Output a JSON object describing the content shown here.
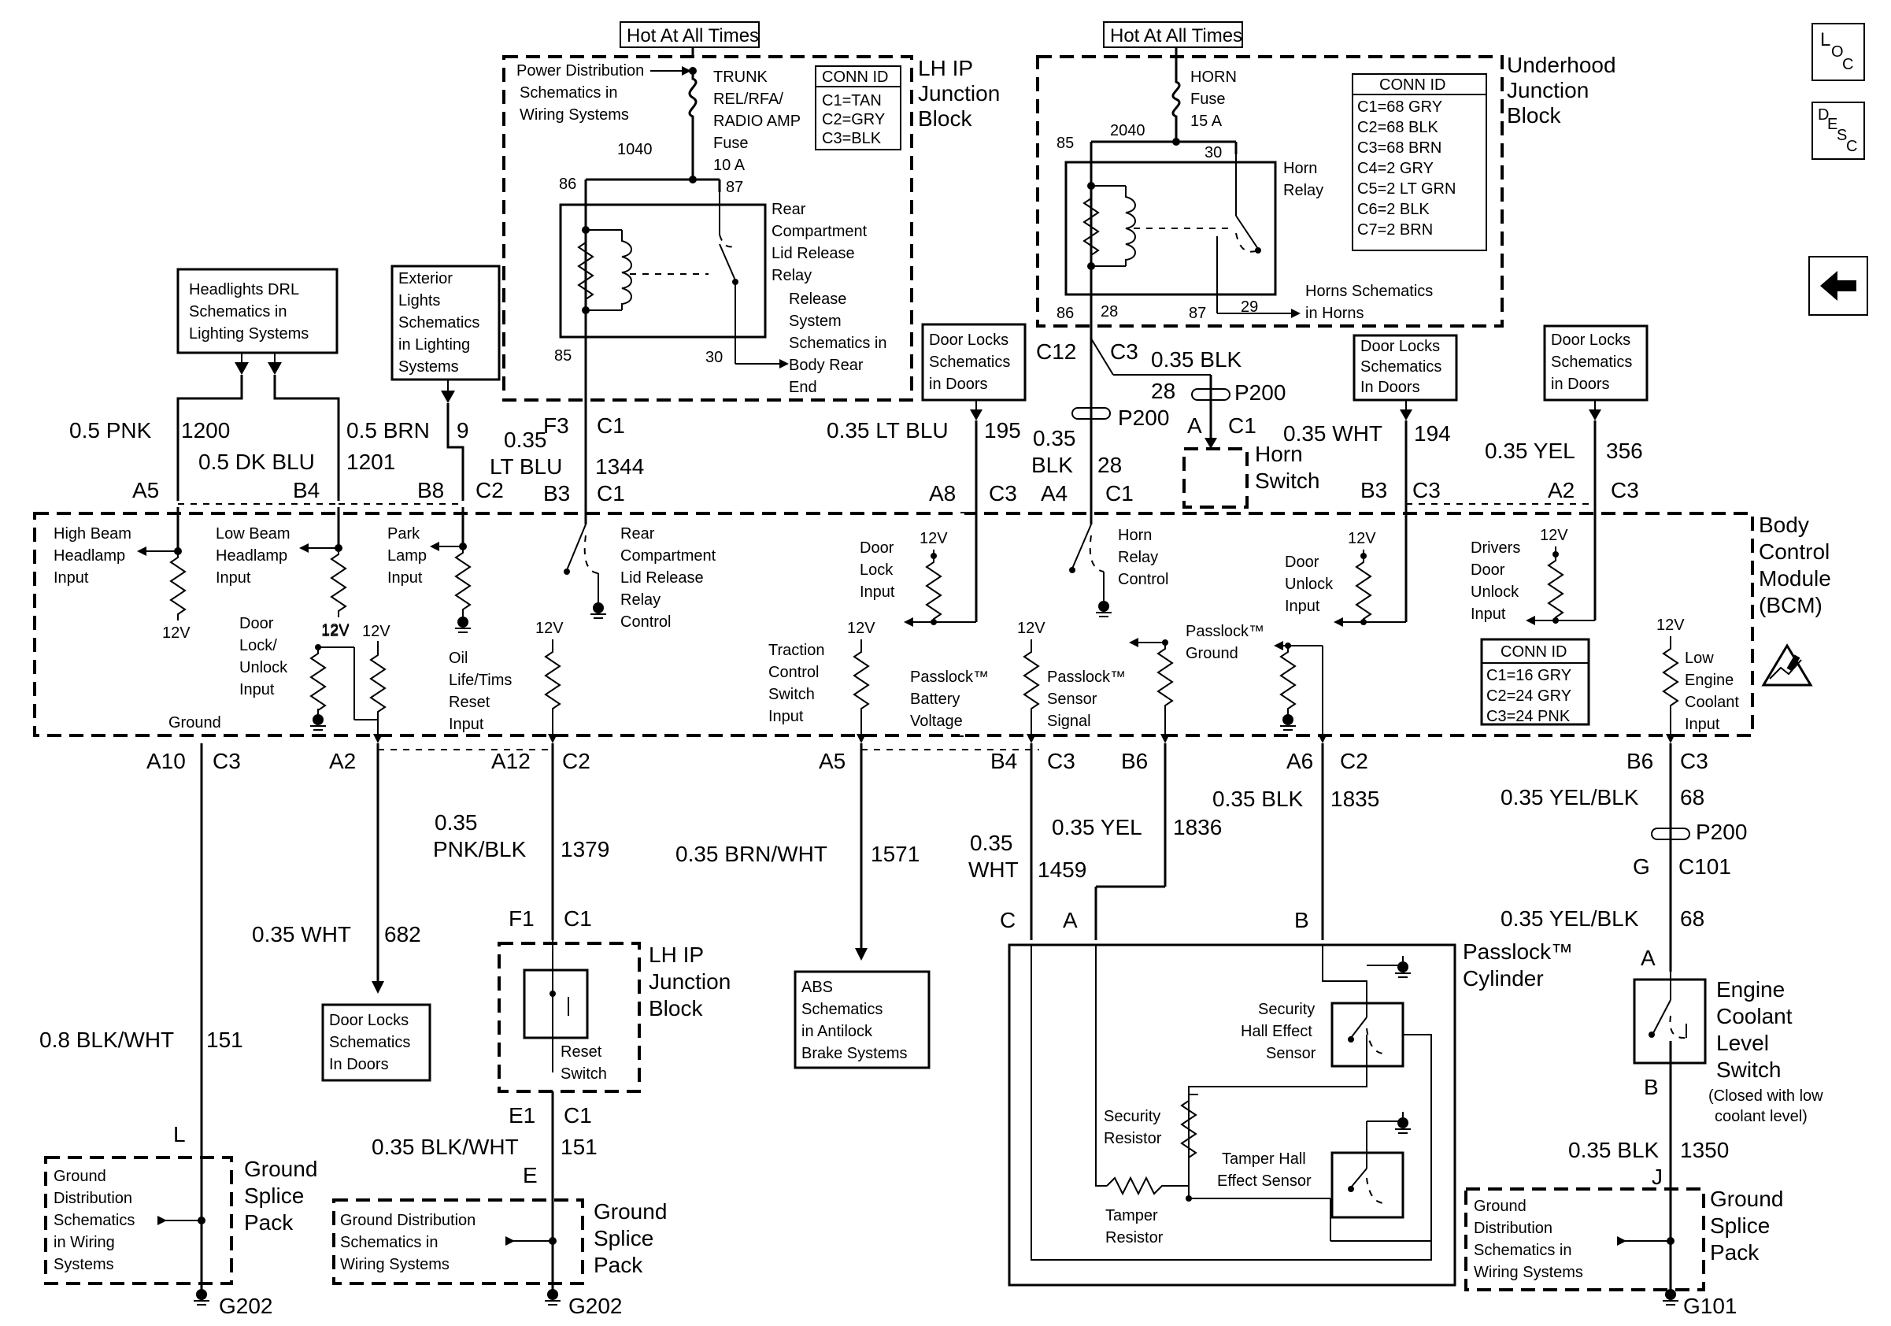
{
  "hot_labels": [
    "Hot At All Times",
    "Hot At All Times"
  ],
  "lh_ip": {
    "pd_ref": [
      "Power Distribution",
      "Schematics in",
      "Wiring Systems"
    ],
    "fuse": [
      "TRUNK",
      "REL/RFA/",
      "RADIO AMP",
      "Fuse",
      "10 A"
    ],
    "fuse_wire": "1040",
    "conn_title": "CONN ID",
    "conn": [
      "C1=TAN",
      "C2=GRY",
      "C3=BLK"
    ],
    "block": [
      "LH IP",
      "Junction",
      "Block"
    ],
    "relay": [
      "Rear",
      "Compartment",
      "Lid Release",
      "Relay"
    ],
    "release_ref": [
      "Release",
      "System",
      "Schematics in",
      "Body Rear",
      "End"
    ],
    "pins": {
      "p86": "86",
      "p87": "87",
      "p85": "85",
      "p30": "30"
    }
  },
  "underhood": {
    "fuse": [
      "HORN",
      "Fuse",
      "15 A"
    ],
    "fuse_wire": "2040",
    "conn_title": "CONN ID",
    "conn": [
      "C1=68 GRY",
      "C2=68 BLK",
      "C3=68 BRN",
      "C4=2 GRY",
      "C5=2 LT GRN",
      "C6=2 BLK",
      "C7=2 BRN"
    ],
    "block": [
      "Underhood",
      "Junction",
      "Block"
    ],
    "relay": [
      "Horn",
      "Relay"
    ],
    "horns_ref": [
      "Horns Schematics",
      "in Horns"
    ],
    "pins": {
      "p85": "85",
      "p30": "30",
      "p86": "86",
      "p28": "28",
      "p87": "87",
      "p29": "29"
    }
  },
  "refs": {
    "headlights": [
      "Headlights DRL",
      "Schematics in",
      "Lighting Systems"
    ],
    "exterior": [
      "Exterior",
      "Lights",
      "Schematics",
      "in Lighting",
      "Systems"
    ],
    "door_locks": [
      "Door Locks",
      "Schematics",
      "in Doors"
    ],
    "abs": [
      "ABS",
      "Schematics",
      "in Antilock",
      "Brake Systems"
    ],
    "ground_dist": [
      "Ground",
      "Distribution",
      "Schematics",
      "in Wiring",
      "Systems"
    ],
    "ground_dist2": [
      "Ground Distribution",
      "Schematics in",
      "Wiring Systems"
    ],
    "ground_dist3": [
      "Ground",
      "Distribution",
      "Schematics in",
      "Wiring Systems"
    ]
  },
  "wires": {
    "w1200": "0.5 PNK",
    "n1200": "1200",
    "w1201": "0.5 DK BLU",
    "n1201": "1201",
    "w9": "0.5 BRN",
    "n9": "9",
    "w1344a": "0.35",
    "w1344b": "LT BLU",
    "n1344": "1344",
    "w195": "0.35 LT BLU",
    "n195": "195",
    "w28a": "0.35",
    "w28b": "BLK",
    "n28": "28",
    "w28top": "0.35 BLK",
    "n28top": "28",
    "w194": "0.35 WHT",
    "n194": "194",
    "w356": "0.35 YEL",
    "n356": "356",
    "w151": "0.8 BLK/WHT",
    "n151": "151",
    "w682": "0.35 WHT",
    "n682": "682",
    "w1379a": "0.35",
    "w1379b": "PNK/BLK",
    "n1379": "1379",
    "w1571": "0.35 BRN/WHT",
    "n1571": "1571",
    "w1459a": "0.35",
    "w1459b": "WHT",
    "n1459": "1459",
    "w1836": "0.35 YEL",
    "n1836": "1836",
    "w1835": "0.35 BLK",
    "n1835": "1835",
    "w68": "0.35 YEL/BLK",
    "n68": "68",
    "w68b": "0.35 YEL/BLK",
    "n68b": "68",
    "w151b": "0.35 BLK/WHT",
    "n151b": "151",
    "w1350": "0.35 BLK",
    "n1350": "1350"
  },
  "conns": {
    "A5": "A5",
    "B4": "B4",
    "B8": "B8",
    "C2": "C2",
    "F3": "F3",
    "C1": "C1",
    "B3": "B3",
    "A8": "A8",
    "C3": "C3",
    "C12": "C12",
    "A4": "A4",
    "A": "A",
    "B3r": "B3",
    "A2r": "A2",
    "A10": "A10",
    "A2": "A2",
    "A12": "A12",
    "A5b": "A5",
    "B4b": "B4",
    "B6": "B6",
    "A6": "A6",
    "B6r": "B6",
    "G": "G",
    "C101": "C101",
    "P200": "P200",
    "F1": "F1",
    "E1": "E1",
    "E": "E",
    "L": "L",
    "J": "J",
    "Cc": "C",
    "Ac": "A",
    "Bc": "B",
    "Aecl": "A",
    "Becl": "B"
  },
  "bcm": {
    "title": [
      "Body",
      "Control",
      "Module",
      "(BCM)"
    ],
    "inputs": {
      "high_beam": [
        "High Beam",
        "Headlamp",
        "Input"
      ],
      "low_beam": [
        "Low Beam",
        "Headlamp",
        "Input"
      ],
      "park": [
        "Park",
        "Lamp",
        "Input"
      ],
      "rear_relay": [
        "Rear",
        "Compartment",
        "Lid Release",
        "Relay",
        "Control"
      ],
      "door_lock": [
        "Door",
        "Lock",
        "Input"
      ],
      "horn_relay": [
        "Horn",
        "Relay",
        "Control"
      ],
      "door_unlock": [
        "Door",
        "Unlock",
        "Input"
      ],
      "drivers_unlock": [
        "Drivers",
        "Door",
        "Unlock",
        "Input"
      ],
      "door_lock_unlock": [
        "Door",
        "Lock/",
        "Unlock",
        "Input"
      ],
      "oil_life": [
        "Oil",
        "Life/Tims",
        "Reset",
        "Input"
      ],
      "traction": [
        "Traction",
        "Control",
        "Switch",
        "Input"
      ],
      "passlock_batt": [
        "Passlock™",
        "Battery",
        "Voltage"
      ],
      "passlock_sensor": [
        "Passlock™",
        "Sensor",
        "Signal"
      ],
      "passlock_ground": [
        "Passlock™",
        "Ground"
      ],
      "low_coolant": [
        "Low",
        "Engine",
        "Coolant",
        "Input"
      ],
      "ground": "Ground",
      "v12": "12V"
    },
    "conn_title": "CONN ID",
    "conn": [
      "C1=16 GRY",
      "C2=24 GRY",
      "C3=24 PNK"
    ]
  },
  "components": {
    "horn_switch": [
      "Horn",
      "Switch"
    ],
    "lh_ip_reset": [
      "LH IP",
      "Junction",
      "Block"
    ],
    "reset_switch": [
      "Reset",
      "Switch"
    ],
    "passlock": [
      "Passlock™",
      "Cylinder"
    ],
    "sec_hall": [
      "Security",
      "Hall Effect",
      "Sensor"
    ],
    "sec_res": [
      "Security",
      "Resistor"
    ],
    "tamper_hall": [
      "Tamper Hall",
      "Effect Sensor"
    ],
    "tamper_res": [
      "Tamper",
      "Resistor"
    ],
    "ecl": [
      "Engine",
      "Coolant",
      "Level",
      "Switch"
    ],
    "ecl_note": [
      "(Closed with low",
      "coolant level)"
    ],
    "splice_pack": [
      "Ground",
      "Splice",
      "Pack"
    ],
    "grounds": [
      "G202",
      "G202",
      "G101"
    ]
  },
  "nav": {
    "loc": "LOC",
    "desc": "DESC"
  }
}
